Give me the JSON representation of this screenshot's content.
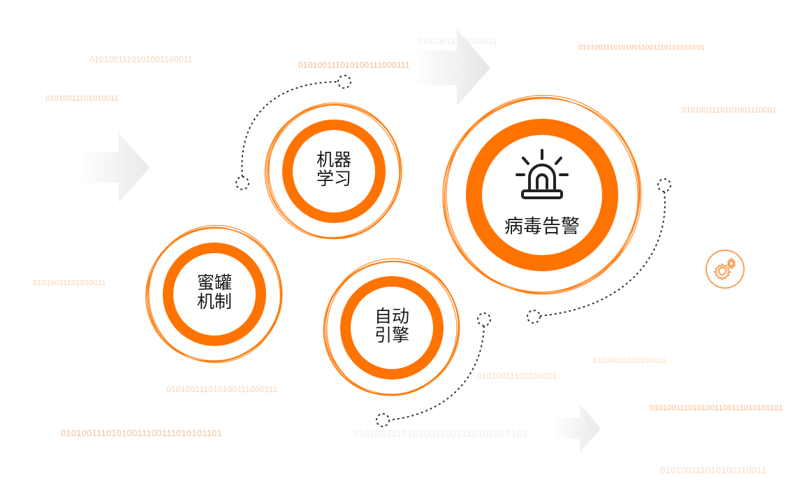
{
  "colors": {
    "accent": "#ff7300",
    "accent_light": "#f7a25a",
    "binary_text": "#f5c8a6",
    "arrow_gray": "#eeeeee",
    "dash": "#333333"
  },
  "binary_strings": [
    "0101001110101001100011",
    "010100111010100111000111",
    "01010011101010011",
    "01010011101010011001110101010101",
    "01010011101010011",
    "0101001110101001110001",
    "01010011101010011",
    "01010011101010011",
    "010100111010100111000111",
    "0101001110101001100111010101101",
    "01010011101010011100111010101101",
    "01010011101010011",
    "01010011101010011001110101010101",
    "010100111010100110011"
  ],
  "nodes": {
    "machine_learning": {
      "line1": "机器",
      "line2": "学习"
    },
    "honeypot": {
      "line1": "蜜罐",
      "line2": "机制"
    },
    "auto_engine": {
      "line1": "自动",
      "line2": "引擎"
    },
    "virus_alert": {
      "title": "病毒告警",
      "icon": "alarm-siren-icon"
    }
  },
  "decor_icon": "gear-icon"
}
